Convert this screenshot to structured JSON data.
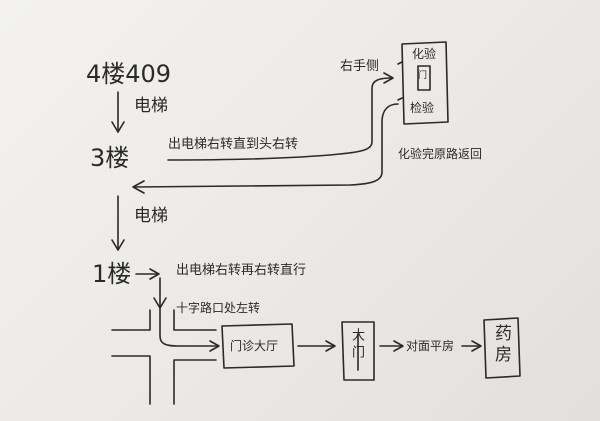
{
  "floors": {
    "start": "4楼409",
    "third": "3楼",
    "first": "1楼"
  },
  "steps": {
    "elevator_1": "电梯",
    "elevator_2": "电梯",
    "third_floor_route": "出电梯右转直到头右转",
    "right_side": "右手侧",
    "return_note": "化验完原路返回",
    "first_floor_route": "出电梯右转再右转直行",
    "crossroad": "十字路口处左转"
  },
  "places": {
    "lab_top": "化验",
    "lab_bottom": "检验",
    "door_symbol": "门",
    "clinic_hall": "门诊大厅",
    "main_gate": "大门",
    "opposite_bungalow": "对面平房",
    "pharmacy": "药房"
  },
  "colors": {
    "ink": "#2a2a2a",
    "paper": "#f1f0ed"
  }
}
